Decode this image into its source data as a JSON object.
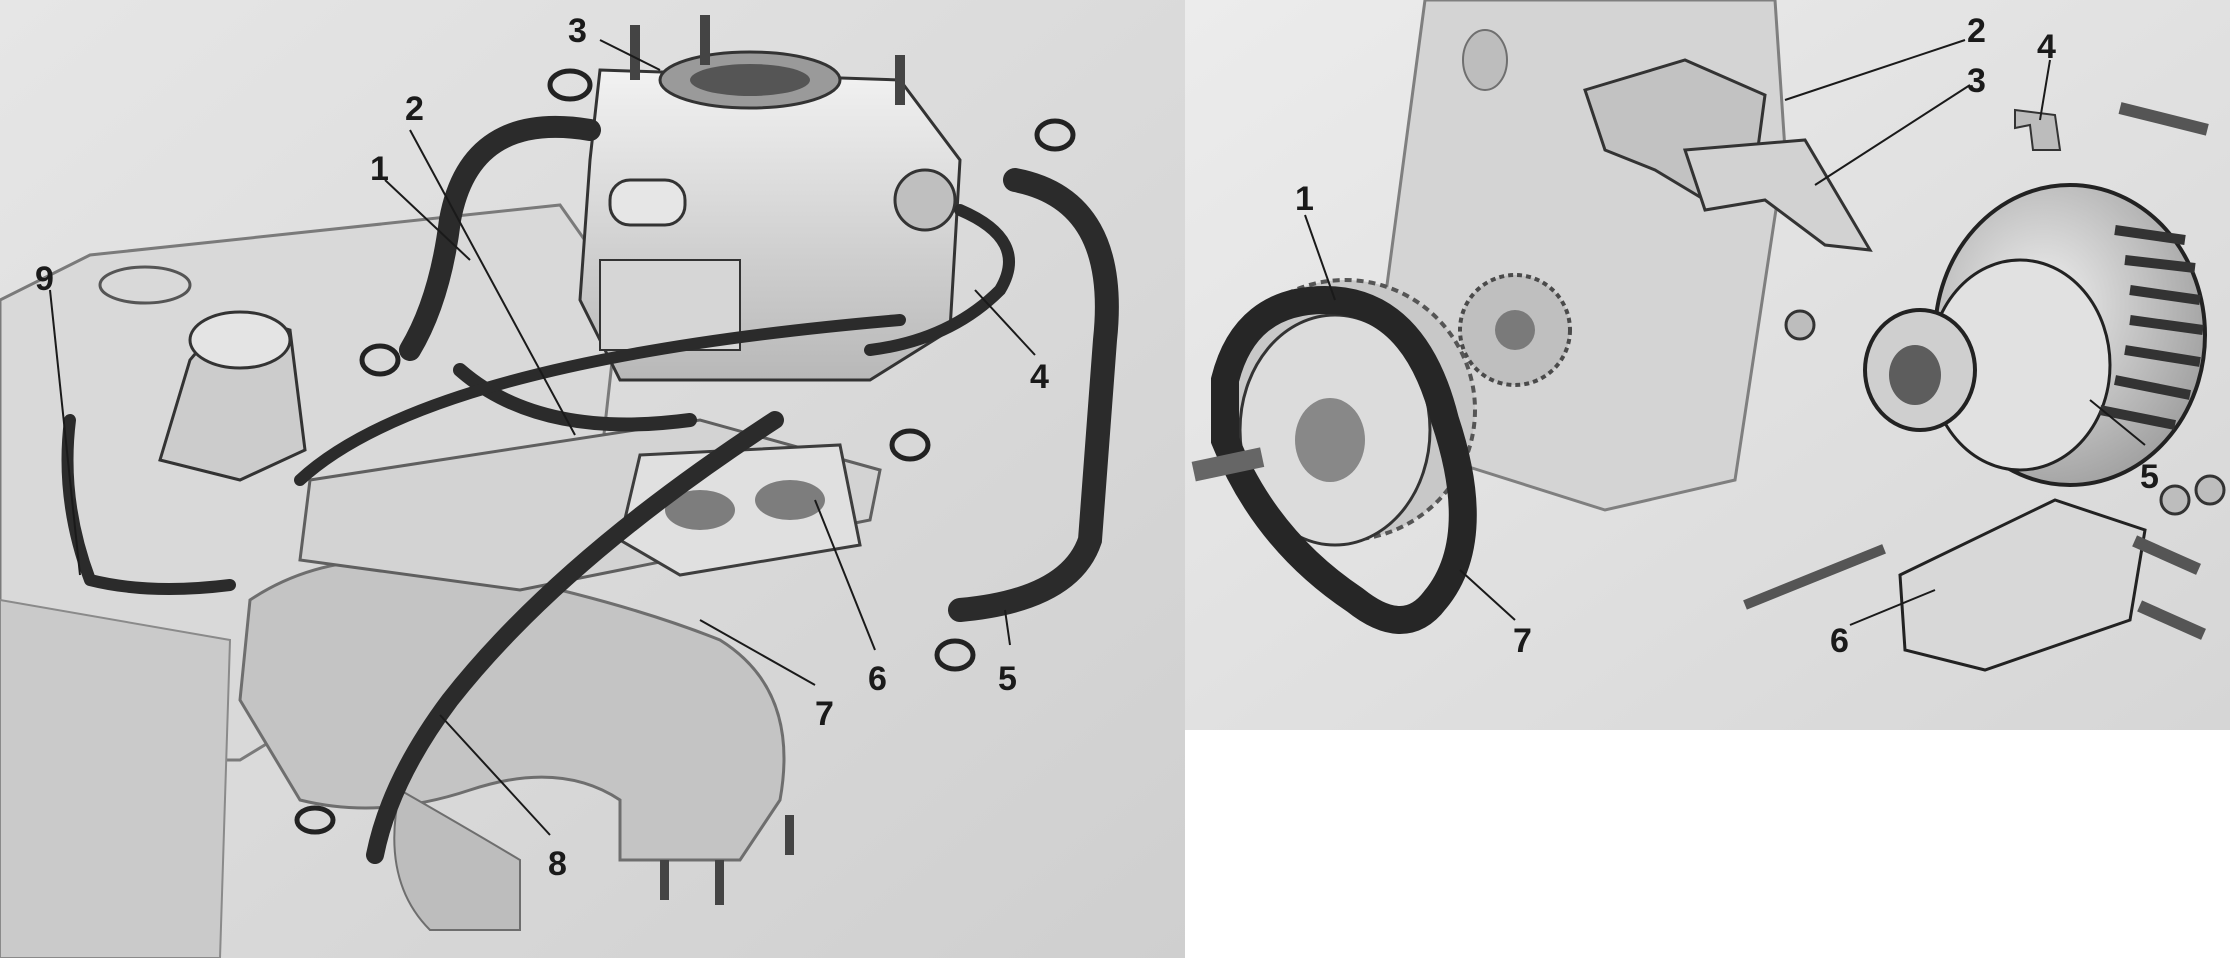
{
  "left_figure": {
    "callouts": [
      {
        "id": "1",
        "text": "1"
      },
      {
        "id": "2",
        "text": "2"
      },
      {
        "id": "3",
        "text": "3"
      },
      {
        "id": "4",
        "text": "4"
      },
      {
        "id": "5",
        "text": "5"
      },
      {
        "id": "6",
        "text": "6"
      },
      {
        "id": "7",
        "text": "7"
      },
      {
        "id": "8",
        "text": "8"
      },
      {
        "id": "9",
        "text": "9"
      }
    ]
  },
  "right_figure": {
    "callouts": [
      {
        "id": "1",
        "text": "1"
      },
      {
        "id": "2",
        "text": "2"
      },
      {
        "id": "3",
        "text": "3"
      },
      {
        "id": "4",
        "text": "4"
      },
      {
        "id": "5",
        "text": "5"
      },
      {
        "id": "6",
        "text": "6"
      },
      {
        "id": "7",
        "text": "7"
      }
    ]
  },
  "colors": {
    "background": "#ffffff",
    "drawing_gray": "#cfcfcf",
    "dark_part": "#2b2b2b",
    "ink": "#1a1a1a"
  }
}
